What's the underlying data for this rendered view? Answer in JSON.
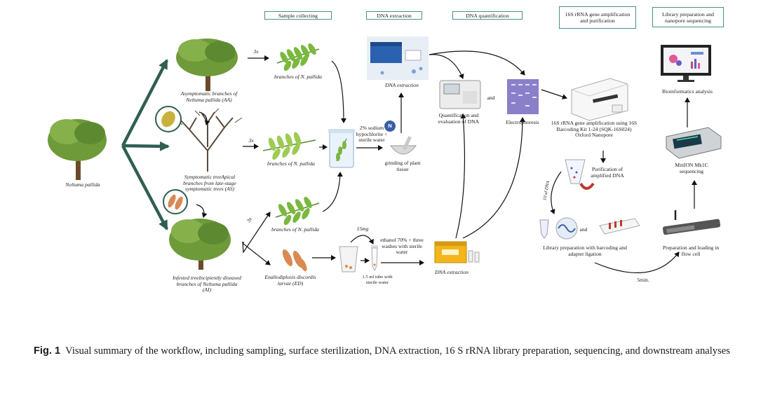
{
  "headers": {
    "sample_collecting": "Sample collecting",
    "dna_extraction": "DNA extraction",
    "dna_quantification": "DNA quantification",
    "rrna_amplification": "16S rRNA gene amplification and purification",
    "library_prep": "Library preparation and nanopore sequencing"
  },
  "labels": {
    "neltuma_pallida": "Neltuma pallida",
    "aa": "Asymptomatic branches of Neltuma pallida (AA)",
    "as": "Symptomatic treeApical branches from late-stage symptomatic trees (AS)",
    "ai": "Infested treeIncipiently diseased branches of Neltuma pallida (AI)",
    "mult_1": "3x",
    "mult_2": "3x",
    "mult_3": "3x",
    "branches_1": "branches of N. pallida",
    "branches_2": "branches of N. pallida",
    "branches_3": "branches of N. pallida",
    "larvae": "Enallodiplosis discordis larvae (ED)",
    "hypochlorite": "2% sodium hypochlorite + sterile water",
    "n_badge": "N",
    "grinding": "grinding of plant tissue",
    "dna_extraction_kit": "DNA extraction",
    "dna_extraction_kit_2": "DNA extraction",
    "mg": "15mg",
    "ethanol": "ethanol 70% + three washes with sterile water",
    "tube": "1.5 ml tube with sterile water",
    "quantification": "Quantification and evaluation of DNA",
    "and_1": "and",
    "electrophoresis": "Electrophoresis",
    "amplification": "16S rRNA gene amplification using 16S Barcoding Kit 1-24 (SQK-16S024) Oxford Nanopore",
    "purification": "Purification of amplified DNA",
    "ul_dna": "10 ul DNA",
    "and_2": "and",
    "library": "Library preparation with barcoding and adapter ligation",
    "five_min": "5min.",
    "loading": "Preparation and loading in flow cell",
    "minion": "MinION Mk1C sequencing",
    "bioinformatics": "Bioinformatics analysis"
  },
  "caption": {
    "fig": "Fig. 1",
    "text": "Visual summary of the workflow, including sampling, surface sterilization, DNA extraction, 16 S rRNA library preparation, sequencing, and downstream analyses"
  },
  "colors": {
    "big_arrow": "#2f5f52",
    "header_border": "#4a8f8a",
    "foliage": "#6f9a3a",
    "fern": "#7ab83e",
    "larva": "#d98a52",
    "gel": "#8a7fc9"
  }
}
